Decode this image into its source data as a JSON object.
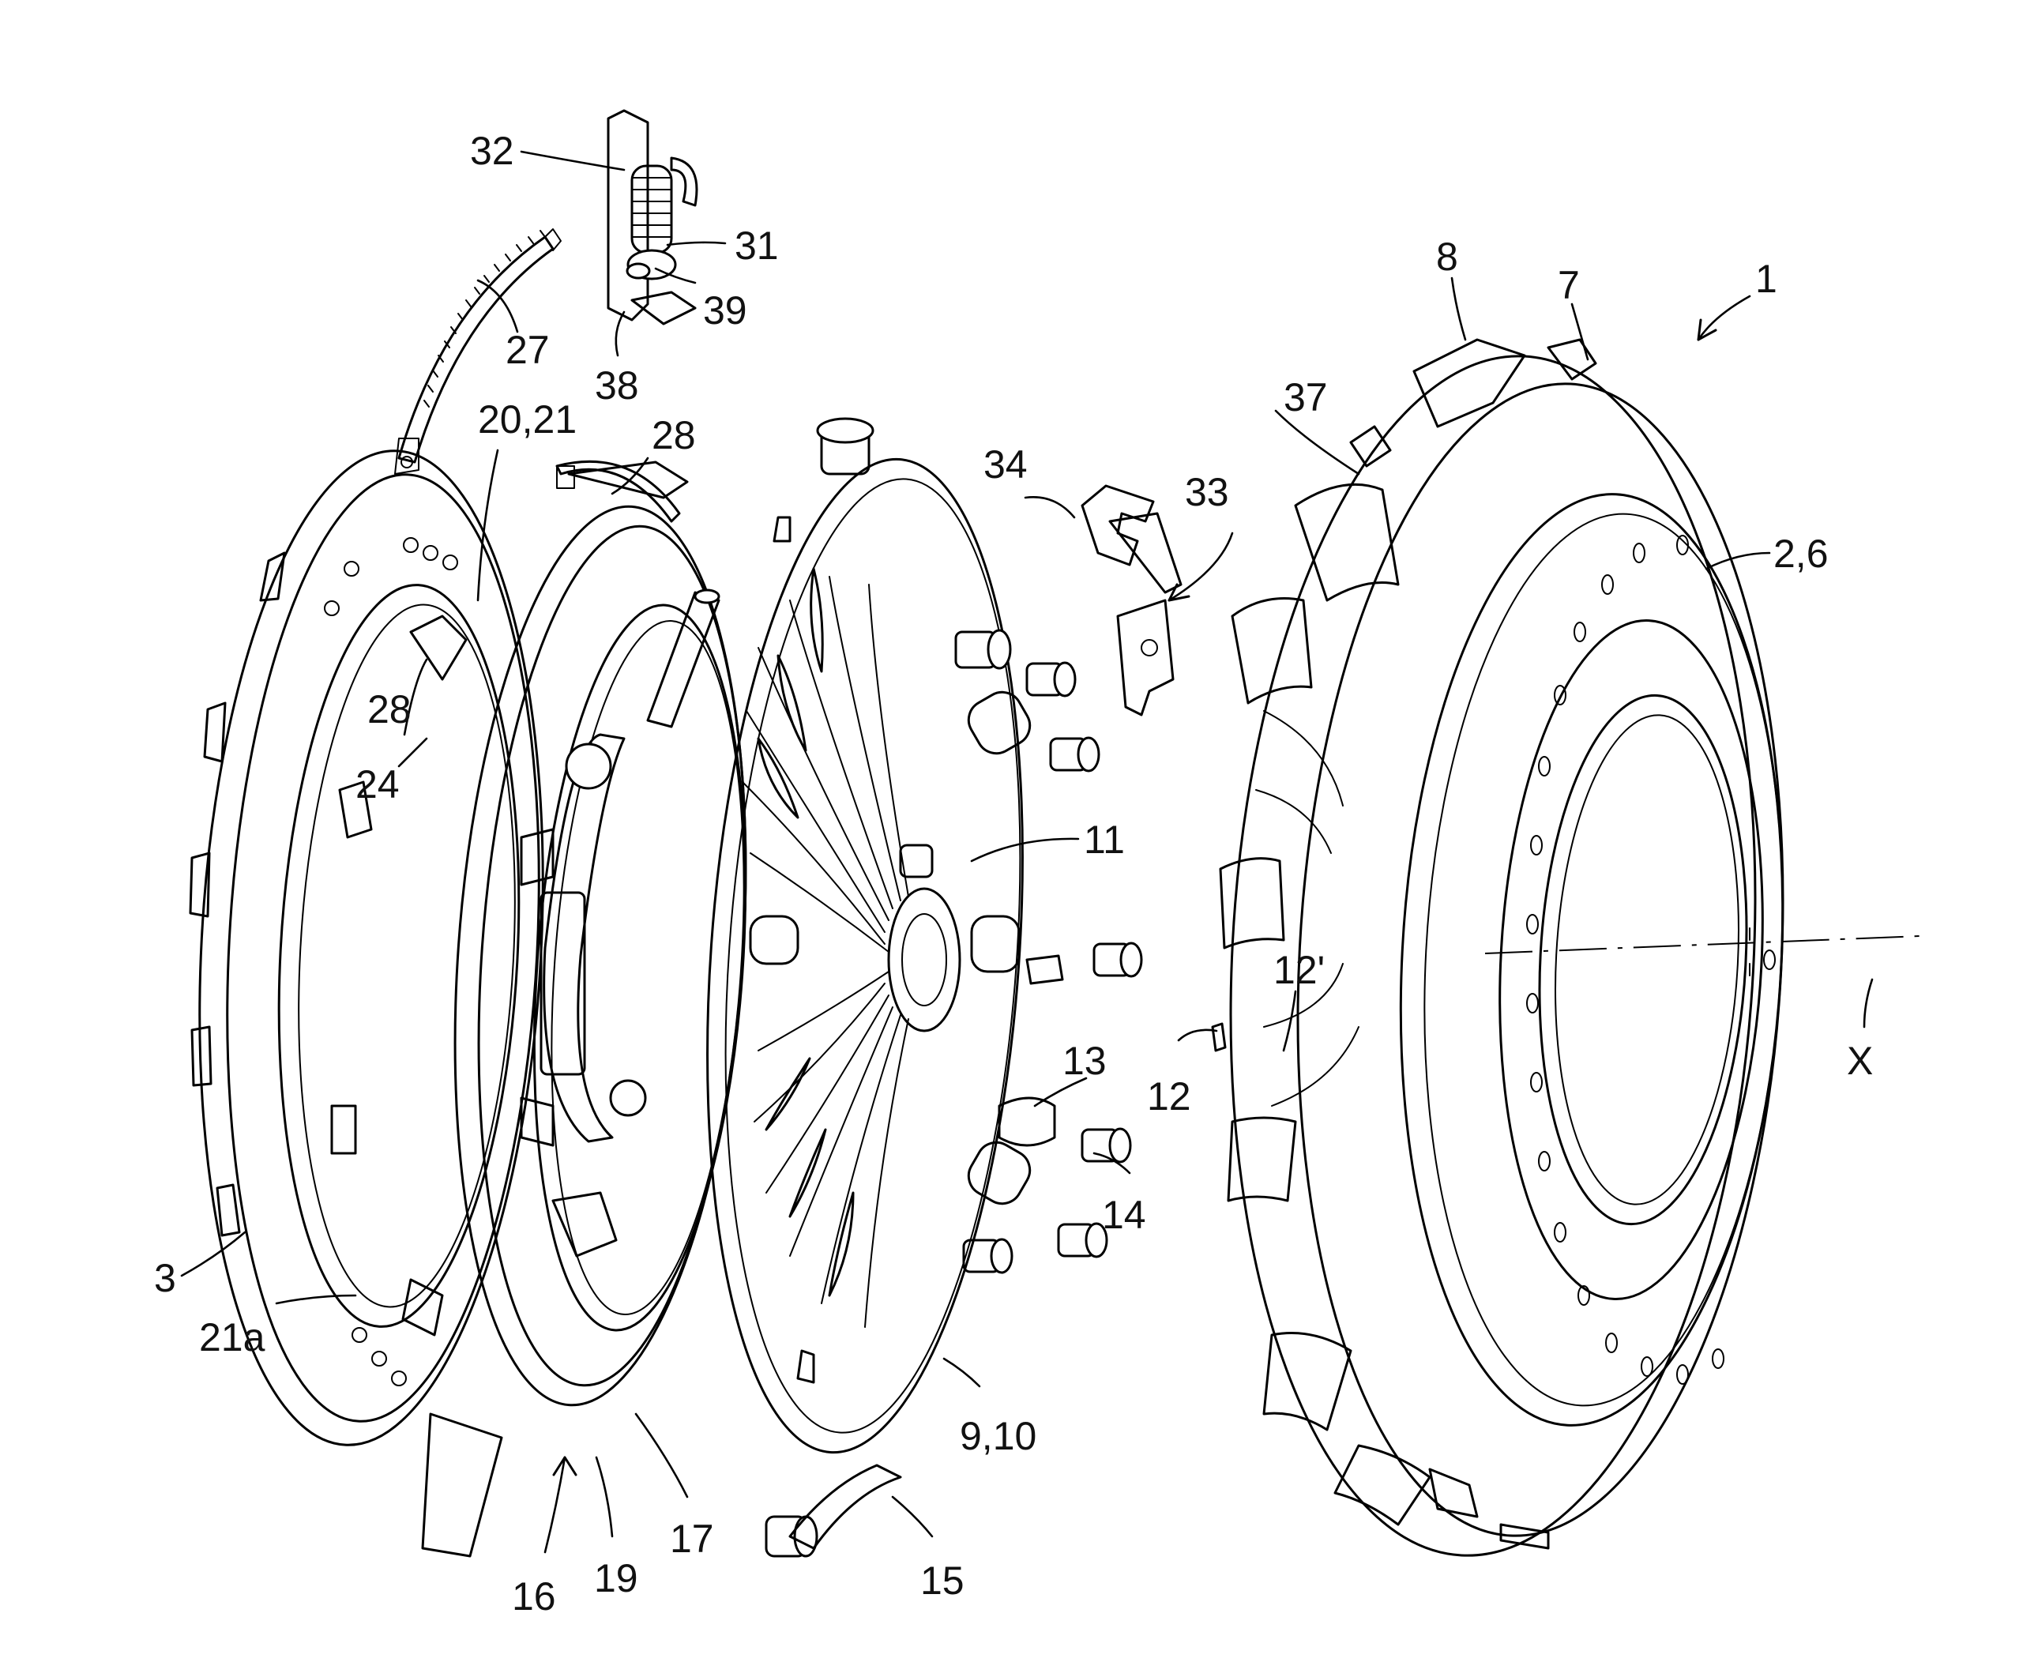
{
  "figure": {
    "labels": [
      {
        "id": "32",
        "text": "32"
      },
      {
        "id": "31",
        "text": "31"
      },
      {
        "id": "39",
        "text": "39"
      },
      {
        "id": "38",
        "text": "38"
      },
      {
        "id": "27",
        "text": "27"
      },
      {
        "id": "20-21",
        "text": "20,21"
      },
      {
        "id": "28a",
        "text": "28"
      },
      {
        "id": "28b",
        "text": "28"
      },
      {
        "id": "24",
        "text": "24"
      },
      {
        "id": "34",
        "text": "34"
      },
      {
        "id": "33",
        "text": "33"
      },
      {
        "id": "37",
        "text": "37"
      },
      {
        "id": "8",
        "text": "8"
      },
      {
        "id": "7",
        "text": "7"
      },
      {
        "id": "1",
        "text": "1"
      },
      {
        "id": "2-6",
        "text": "2,6"
      },
      {
        "id": "11",
        "text": "11"
      },
      {
        "id": "12p",
        "text": "12'"
      },
      {
        "id": "12",
        "text": "12"
      },
      {
        "id": "x",
        "text": "X"
      },
      {
        "id": "13",
        "text": "13"
      },
      {
        "id": "14",
        "text": "14"
      },
      {
        "id": "3",
        "text": "3"
      },
      {
        "id": "21a",
        "text": "21a"
      },
      {
        "id": "9-10",
        "text": "9,10"
      },
      {
        "id": "17",
        "text": "17"
      },
      {
        "id": "16",
        "text": "16"
      },
      {
        "id": "19",
        "text": "19"
      },
      {
        "id": "15",
        "text": "15"
      }
    ]
  }
}
